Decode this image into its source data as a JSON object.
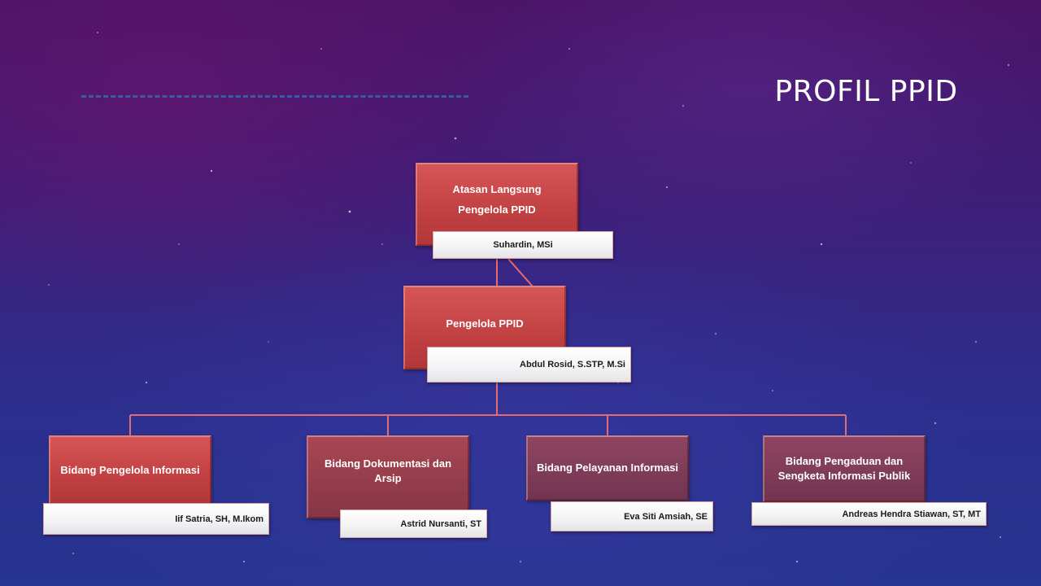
{
  "title": "PROFIL PPID",
  "colors": {
    "box_primary": "#c34244",
    "box_muted": "#963d4b",
    "box_muted2": "#7f3c58",
    "connector": "#e86a6e",
    "name_box": "#f3f3f5",
    "dash_line": "#2f6bb0"
  },
  "org_chart": {
    "top": {
      "label_line1": "Atasan Langsung",
      "label_line2": "Pengelola PPID",
      "name": "Suhardin, MSi"
    },
    "manager": {
      "label": "Pengelola PPID",
      "name": "Abdul Rosid, S.STP, M.Si"
    },
    "divisions": [
      {
        "label": "Bidang Pengelola Informasi",
        "name": "Iif Satria, SH, M.Ikom"
      },
      {
        "label": "Bidang Dokumentasi dan Arsip",
        "name": "Astrid Nursanti, ST"
      },
      {
        "label": "Bidang Pelayanan Informasi",
        "name": "Eva Siti Amsiah, SE"
      },
      {
        "label": "Bidang Pengaduan dan Sengketa Informasi Publik",
        "name": "Andreas Hendra Stiawan, ST, MT"
      }
    ]
  }
}
